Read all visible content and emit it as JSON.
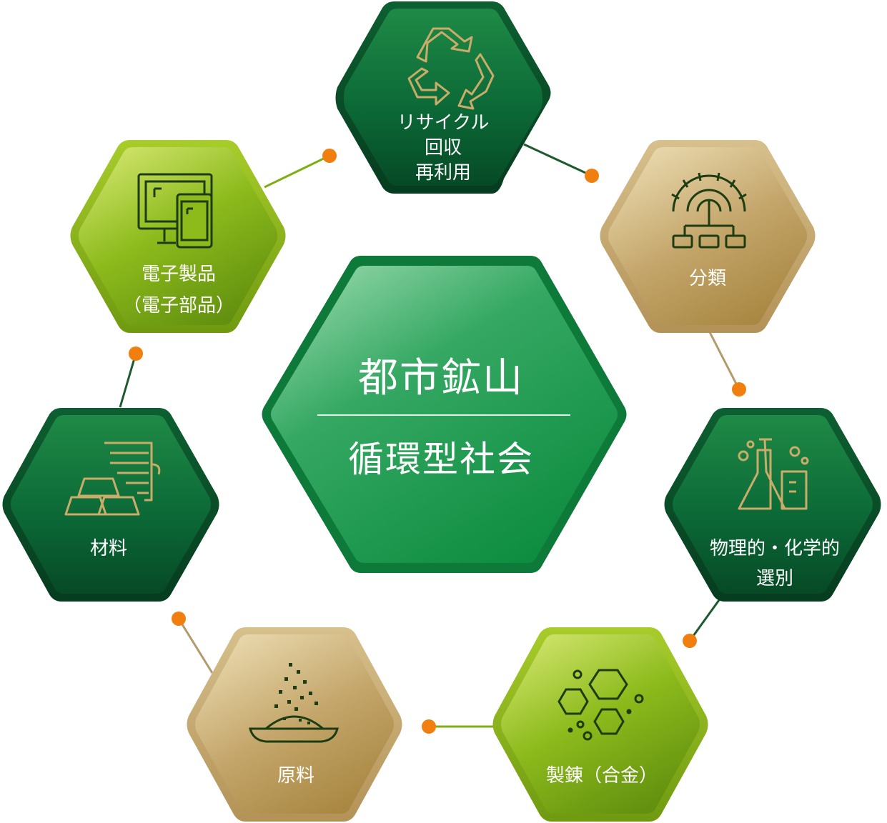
{
  "center": {
    "title": "都市鉱山",
    "subtitle": "循環型社会"
  },
  "nodes": [
    {
      "id": "recycle",
      "lines": [
        "リサイクル",
        "回収",
        "再利用"
      ],
      "theme": "dark-green",
      "icon": "recycle-icon"
    },
    {
      "id": "classify",
      "lines": [
        "分類"
      ],
      "theme": "gold",
      "icon": "gear-network-icon"
    },
    {
      "id": "separation",
      "lines": [
        "物理的・化学的",
        "選別"
      ],
      "theme": "dark-green",
      "icon": "lab-flask-icon"
    },
    {
      "id": "smelting",
      "lines": [
        "製錬（合金）"
      ],
      "theme": "lime-green",
      "icon": "molecule-hexagon-icon"
    },
    {
      "id": "raw-material",
      "lines": [
        "原料"
      ],
      "theme": "gold",
      "icon": "powder-bowl-icon"
    },
    {
      "id": "material",
      "lines": [
        "材料"
      ],
      "theme": "dark-green",
      "icon": "gold-ingot-icon"
    },
    {
      "id": "electronics",
      "lines": [
        "電子製品",
        "（電子部品）"
      ],
      "theme": "lime-green",
      "icon": "computer-tablet-icon"
    }
  ],
  "colors": {
    "dark_green": "#0b5a30",
    "lime_green": "#7fae12",
    "gold": "#b89a5e",
    "center_green": "#14924a",
    "connector_dot": "#f07f10",
    "icon_gold": "#c9ac6a",
    "icon_dark": "#1e3c12"
  }
}
